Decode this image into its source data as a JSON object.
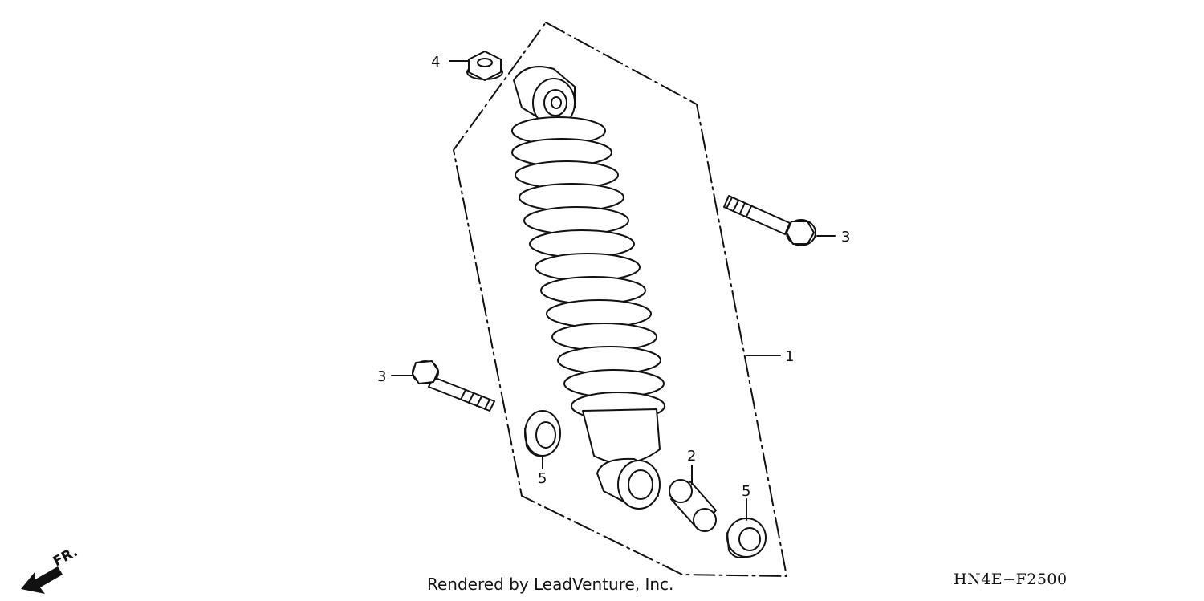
{
  "callouts": {
    "c1": "1",
    "c2": "2",
    "c3a": "3",
    "c3b": "3",
    "c4": "4",
    "c5a": "5",
    "c5b": "5"
  },
  "direction": {
    "label": "FR."
  },
  "footer": {
    "credit": "Rendered by LeadVenture, Inc.",
    "diagram_code": "HN4E−F2500"
  }
}
